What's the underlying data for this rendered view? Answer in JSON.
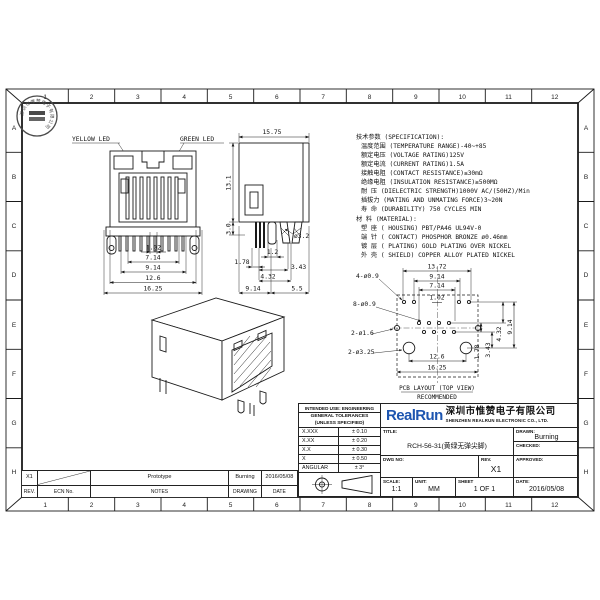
{
  "sheet": {
    "grid_numbers": [
      "1",
      "2",
      "3",
      "4",
      "5",
      "6",
      "7",
      "8",
      "9",
      "10",
      "11",
      "12"
    ],
    "grid_letters": [
      "A",
      "B",
      "C",
      "D",
      "E",
      "F",
      "G",
      "H"
    ]
  },
  "stamp": {
    "ring_text": "深圳市惟赞电子有限公司"
  },
  "front_view": {
    "yellow_led": "YELLOW LED",
    "green_led": "GREEN LED",
    "dim_pitch": "1.02",
    "dim_2": "7.14",
    "dim_3": "9.14",
    "dim_4": "12.6",
    "dim_5": "16.25"
  },
  "side_view": {
    "dim_width": "15.75",
    "dim_height": "13.1",
    "dim_standoff": "3.0",
    "dim_hole": "ø3.2",
    "dim_a": "1.2",
    "dim_b": "1.78",
    "dim_c": "3.43",
    "dim_d": "4.32",
    "dim_e": "9.14",
    "dim_f": "5.5"
  },
  "pcb": {
    "dim_top_1": "13.72",
    "dim_top_2": "9.14",
    "dim_top_3": "7.14",
    "dim_top_4": "1.02",
    "hole_label_1": "4-ø0.9",
    "hole_label_2": "8-ø0.9",
    "hole_label_3": "2-ø1.6",
    "hole_label_4": "2-ø3.25",
    "dim_bottom_1": "12.6",
    "dim_bottom_2": "16.25",
    "dim_right_1": "1.78",
    "dim_right_2": "3.43",
    "dim_right_3": "4.32",
    "dim_right_4": "9.14",
    "caption_1": "PCB LAYOUT (TOP VIEW)",
    "caption_2": "RECOMMENDED"
  },
  "spec": {
    "title": "技术参数 (SPECIFICATION):",
    "lines": [
      "温度范围 (TEMPERATURE RANGE)-40~+85",
      "额定电压 (VOLTAGE RATING)125V",
      "额定电流 (CURRENT RATING)1.5A",
      "接触电阻 (CONTACT RESISTANCE)≤30mΩ",
      "绝缘电阻 (INSULATION RESISTANCE)≥500MΩ",
      "耐 压 (DIELECTRIC STRENGTH)1000V AC/(50HZ)/Min",
      "插拔力 (MATING AND UNMATING FORCE)3~20N",
      "寿 命 (DURABILITY) 750 CYCLES MIN"
    ]
  },
  "material": {
    "title": "材 料 (MATERIAL):",
    "lines": [
      "塑 座 ( HOUSING) PBT/PA46 UL94V-0",
      "端 针 ( CONTACT) PHOSPHOR BRONZE ø0.46mm",
      "镀 层 ( PLATING) GOLD PLATING OVER NICKEL",
      "外 壳 ( SHIELD) COPPER ALLOY PLATED NICKEL"
    ]
  },
  "title_block": {
    "intended_use": "INTENDED USE: ENGINEERING",
    "general_tolerances_1": "GENERAL TOLERANCES",
    "general_tolerances_2": "(UNLESS SPECIFIED)",
    "tolerances": [
      {
        "range": "X.XXX",
        "value": "± 0.10"
      },
      {
        "range": "X.XX",
        "value": "± 0.20"
      },
      {
        "range": "X.X",
        "value": "± 0.30"
      },
      {
        "range": "X",
        "value": "± 0.50"
      },
      {
        "range": "ANGULAR",
        "value": "± 3°"
      }
    ],
    "logo_text": "RealRun",
    "company_cn": "深圳市惟赞电子有限公司",
    "company_en": "SHENZHEN REALRUN ELECTRONIC CO., LTD.",
    "title_label": "TITLE:",
    "title_value": "RCH-56-31(黄绿无弹尖脚)",
    "dwg_no_label": "DWG NO:",
    "rev_label": "REV.",
    "rev_value": "X1",
    "drawn_label": "DRAWN:",
    "drawn_value": "Burning",
    "checked_label": "CHECKED:",
    "approved_label": "APPROVED:",
    "scale_label": "SCALE:",
    "scale_value": "1:1",
    "unit_label": "UNIT:",
    "unit_value": "MM",
    "sheet_label": "SHEET",
    "sheet_value": "1 OF 1",
    "date_label": "DATE:",
    "date_value": "2016/05/08"
  },
  "revision": {
    "rev_value": "X1",
    "rev_label": "REV.",
    "ecn_label": "ECN No.",
    "notes_value": "Prototype",
    "notes_label": "NOTES",
    "drawing_value": "Burning",
    "drawing_label": "DRAWING",
    "date_value": "2016/05/08",
    "date_label": "DATE"
  }
}
